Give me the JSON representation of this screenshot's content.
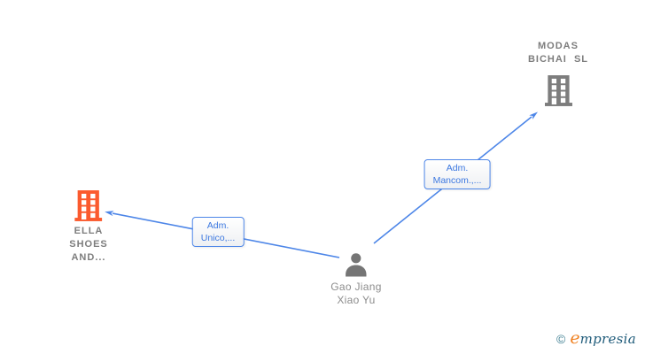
{
  "colors": {
    "edge-blue": "#4d86e8",
    "edge-label-blue": "#3c78e0",
    "building-orange": "#fb5a2e",
    "building-gray": "#7d7d7d",
    "person-gray": "#757575",
    "node-label-gray": "#7d7d7d",
    "person-label-gray": "#8c8c8c",
    "logo-orange": "#f08223",
    "logo-teal": "#1f5b7a",
    "copyright-teal": "#3f7f92"
  },
  "nodes": {
    "modas": {
      "type": "company",
      "icon": "building-icon",
      "label_lines": [
        "MODAS",
        "BICHAI  SL"
      ]
    },
    "ella": {
      "type": "company",
      "icon": "building-icon",
      "label_lines": [
        "ELLA",
        "SHOES",
        "AND..."
      ]
    },
    "person": {
      "type": "person",
      "icon": "person-icon",
      "label_lines": [
        "Gao Jiang",
        "Xiao Yu"
      ]
    }
  },
  "edges": [
    {
      "from": "person",
      "to": "ella",
      "label_lines": [
        "Adm.",
        "Unico,..."
      ]
    },
    {
      "from": "person",
      "to": "modas",
      "label_lines": [
        "Adm.",
        "Mancom.,..."
      ]
    }
  ],
  "footer": {
    "copyright_symbol": "©",
    "brand_lead": "e",
    "brand_rest": "mpresia"
  }
}
